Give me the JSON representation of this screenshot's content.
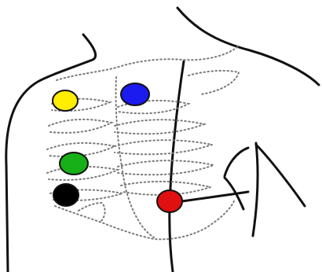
{
  "diagram": {
    "colors": {
      "background": "#ffffff",
      "outline": "#111111",
      "rib_dots": "#7a7a7a",
      "yellow_electrode": "#ffee00",
      "blue_electrode": "#1b1bf0",
      "green_electrode": "#18b018",
      "black_electrode": "#000000",
      "red_electrode": "#e01010"
    },
    "electrodes": [
      {
        "name": "yellow-electrode",
        "color": "yellow"
      },
      {
        "name": "blue-electrode",
        "color": "blue"
      },
      {
        "name": "green-electrode",
        "color": "green"
      },
      {
        "name": "black-electrode",
        "color": "black"
      },
      {
        "name": "red-electrode",
        "color": "red"
      }
    ]
  }
}
